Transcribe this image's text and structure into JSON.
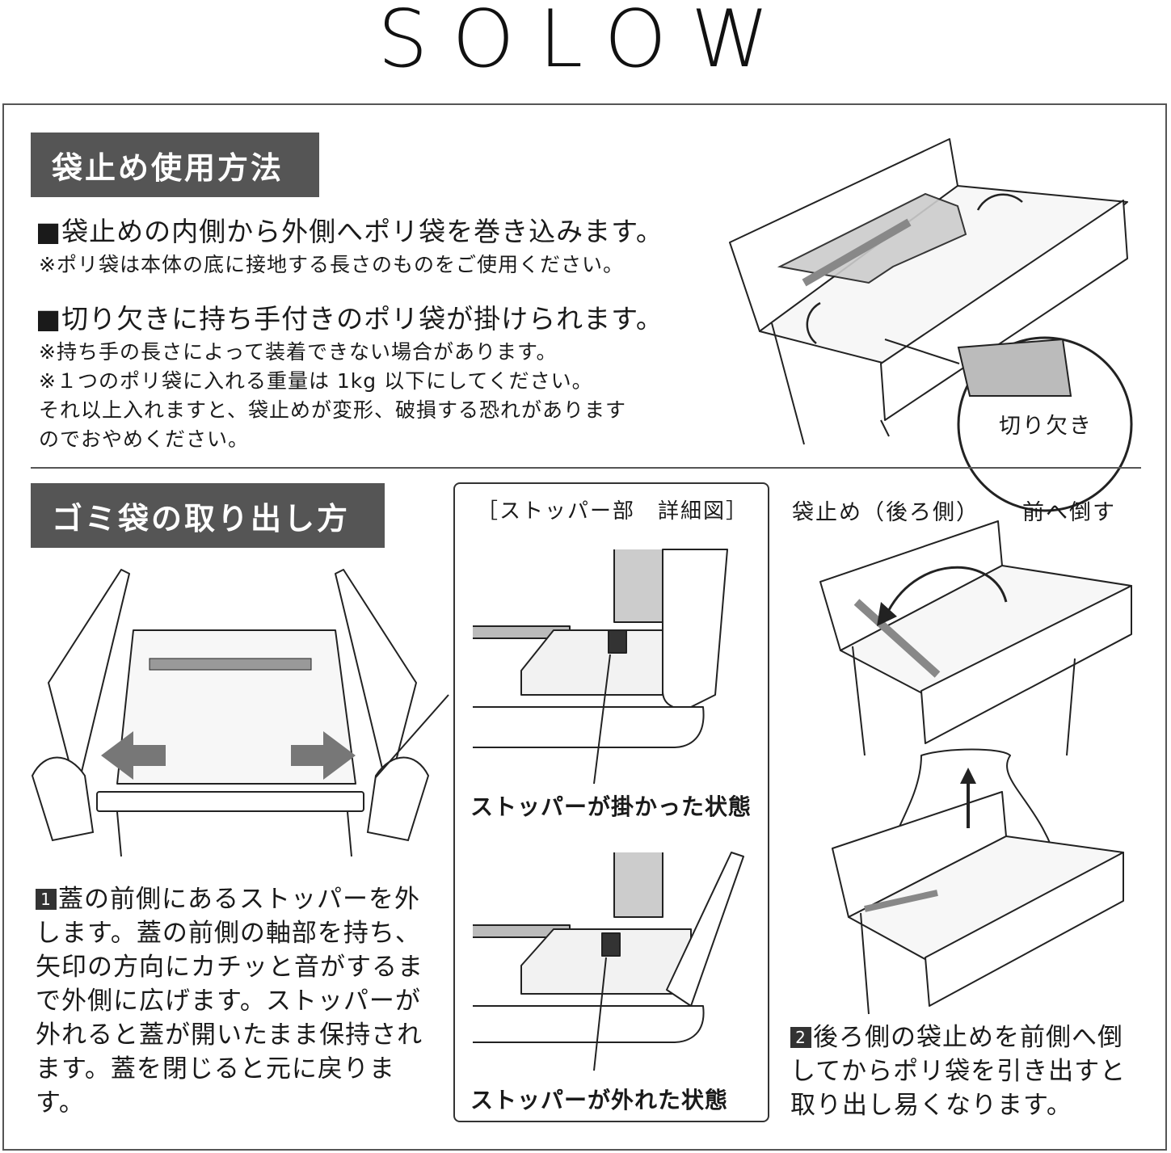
{
  "brand": "SOLOW",
  "section1": {
    "title": "袋止め使用方法",
    "point1": "■袋止めの内側から外側へポリ袋を巻き込みます。",
    "note1": "※ポリ袋は本体の底に接地する長さのものをご使用ください。",
    "point2": "■切り欠きに持ち手付きのポリ袋が掛けられます。",
    "notes": [
      "※持ち手の長さによって装着できない場合があります。",
      "※１つのポリ袋に入れる重量は 1kg 以下にしてください。",
      "それ以上入れますと、袋止めが変形、破損する恐れがあります",
      "のでおやめください。"
    ],
    "callout": "切り欠き"
  },
  "section2": {
    "title": "ゴミ袋の取り出し方",
    "detail_title": "［ストッパー部　詳細図］",
    "caption_hooked": "ストッパーが掛かった状態",
    "caption_released": "ストッパーが外れた状態",
    "label_bagstop": "袋止め（後ろ側）",
    "label_tilt": "前へ倒す",
    "step1_num": "1",
    "step1_text": "蓋の前側にあるストッパーを外します。蓋の前側の軸部を持ち、矢印の方向にカチッと音がするまで外側に広げます。ストッパーが外れると蓋が開いたまま保持されます。蓋を閉じると元に戻ります。",
    "step2_num": "2",
    "step2_text": "後ろ側の袋止めを前側へ倒してからポリ袋を引き出すと取り出し易くなります。"
  }
}
